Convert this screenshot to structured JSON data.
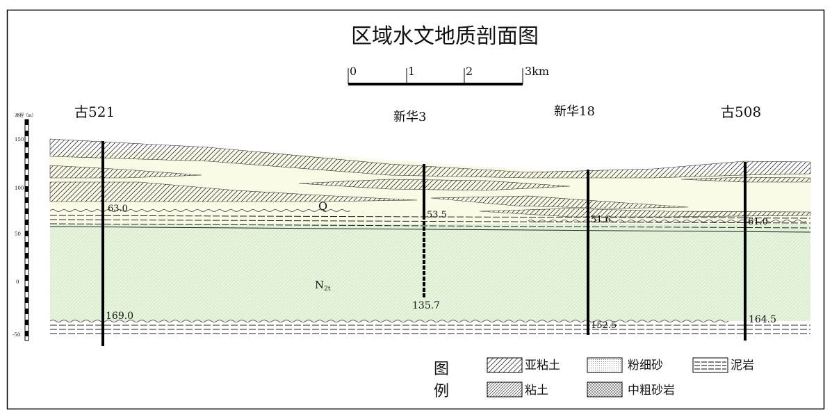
{
  "title": "区域水文地质剖面图",
  "scale": {
    "labels": [
      "0",
      "1",
      "2",
      "3km"
    ]
  },
  "elevation_axis": {
    "label": "高程（m）",
    "ticks": [
      "150",
      "100",
      "50",
      "0",
      "-50"
    ]
  },
  "wells": [
    {
      "name": "古521",
      "top_depth": "63.0",
      "bottom_depth": "169.0"
    },
    {
      "name": "新华3",
      "top_depth": "53.5",
      "bottom_depth": "135.7"
    },
    {
      "name": "新华18",
      "top_depth": "51.6",
      "bottom_depth": "152.5"
    },
    {
      "name": "古508",
      "top_depth": "61.0",
      "bottom_depth": "164.5"
    }
  ],
  "units": {
    "quaternary": "Q",
    "neogene_main": "N",
    "neogene_sub": "2t"
  },
  "legend": {
    "title_top": "图",
    "title_bottom": "例",
    "items": [
      {
        "label": "亚粘土",
        "pattern": "sparse-hatch"
      },
      {
        "label": "粉细砂",
        "pattern": "dots"
      },
      {
        "label": "泥岩",
        "pattern": "dashes"
      },
      {
        "label": "粘土",
        "pattern": "dense-hatch"
      },
      {
        "label": "中粗砂岩",
        "pattern": "cross-hatch"
      }
    ]
  },
  "colors": {
    "sand_fill": "#fafae6",
    "sandstone_fill": "#e6f5dc",
    "frame": "#000000"
  }
}
